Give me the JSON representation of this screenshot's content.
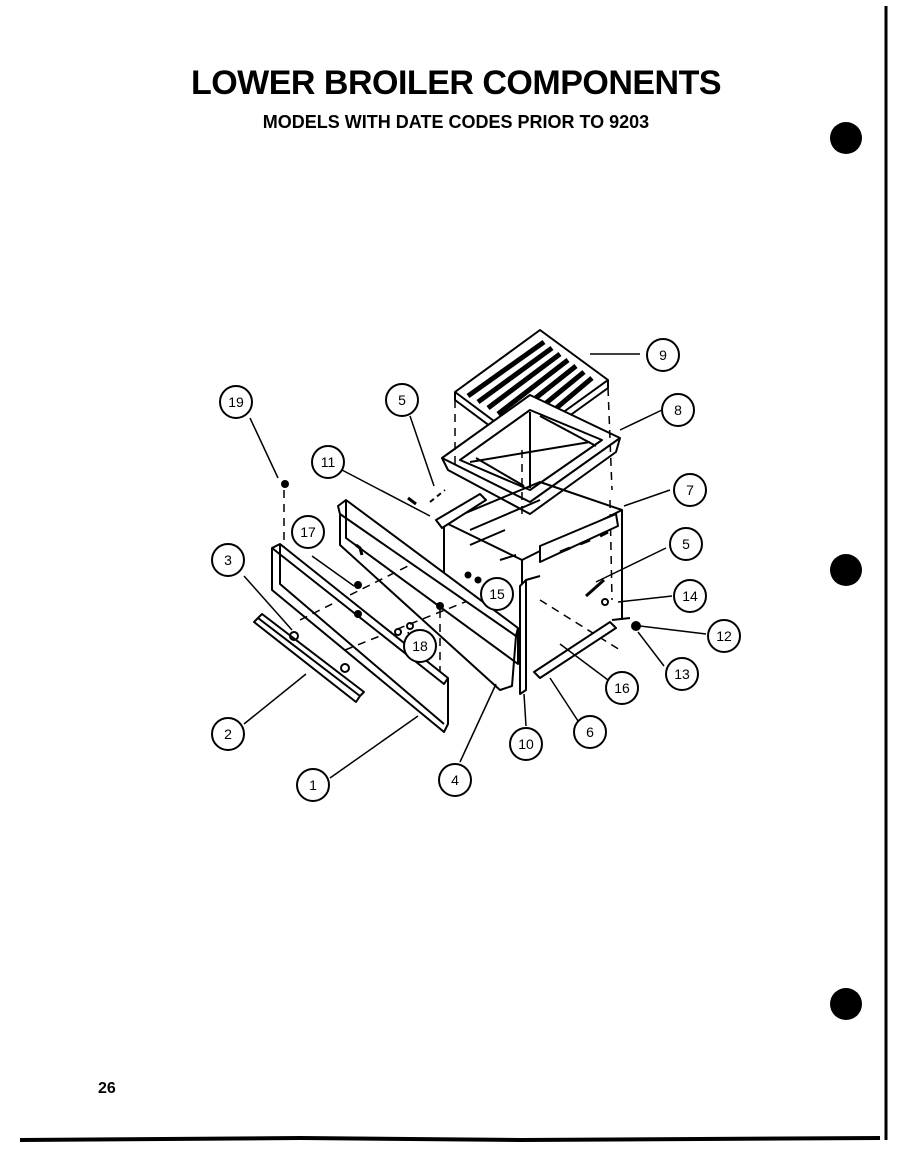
{
  "header": {
    "title": "LOWER BROILER COMPONENTS",
    "subtitle": "MODELS WITH DATE CODES PRIOR TO 9203"
  },
  "footer": {
    "page_number": "26"
  },
  "callouts": {
    "c1": "1",
    "c2": "2",
    "c3": "3",
    "c4": "4",
    "c5a": "5",
    "c5b": "5",
    "c6": "6",
    "c7": "7",
    "c8": "8",
    "c9": "9",
    "c10": "10",
    "c11": "11",
    "c12": "12",
    "c13": "13",
    "c14": "14",
    "c15": "15",
    "c16": "16",
    "c17": "17",
    "c18": "18",
    "c19": "19"
  }
}
